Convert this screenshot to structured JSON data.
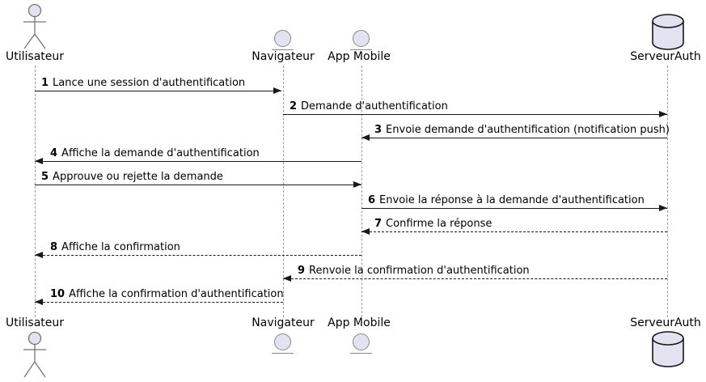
{
  "diagram": {
    "type": "uml-sequence-diagram",
    "colors": {
      "background": "#FFFFFF",
      "participant_fill": "#E2E2F0",
      "entity_border": "#888888",
      "actor_stroke": "#73737B",
      "database_stroke": "#181818",
      "message_line": "#181818",
      "lifeline": "#9A9A9A",
      "text": "#000000"
    },
    "participants": [
      {
        "name": "Utilisateur",
        "icon": "actor"
      },
      {
        "name": "Navigateur",
        "icon": "entity"
      },
      {
        "name": "App Mobile",
        "icon": "entity"
      },
      {
        "name": "ServeurAuth",
        "icon": "database"
      }
    ],
    "messages": [
      {
        "num": "1",
        "text": "Lance une session d'authentification",
        "from": "Utilisateur",
        "to": "Navigateur",
        "line": "solid",
        "direction": "right"
      },
      {
        "num": "2",
        "text": "Demande d'authentification",
        "from": "Navigateur",
        "to": "ServeurAuth",
        "line": "solid",
        "direction": "right"
      },
      {
        "num": "3",
        "text": "Envoie demande d'authentification (notification push)",
        "from": "ServeurAuth",
        "to": "App Mobile",
        "line": "solid",
        "direction": "left"
      },
      {
        "num": "4",
        "text": "Affiche la demande d'authentification",
        "from": "App Mobile",
        "to": "Utilisateur",
        "line": "solid",
        "direction": "left"
      },
      {
        "num": "5",
        "text": "Approuve ou rejette la demande",
        "from": "Utilisateur",
        "to": "App Mobile",
        "line": "solid",
        "direction": "right"
      },
      {
        "num": "6",
        "text": "Envoie la réponse à la demande d'authentification",
        "from": "App Mobile",
        "to": "ServeurAuth",
        "line": "solid",
        "direction": "right"
      },
      {
        "num": "7",
        "text": "Confirme la réponse",
        "from": "ServeurAuth",
        "to": "App Mobile",
        "line": "dashed",
        "direction": "left"
      },
      {
        "num": "8",
        "text": "Affiche la confirmation",
        "from": "App Mobile",
        "to": "Utilisateur",
        "line": "dashed",
        "direction": "left"
      },
      {
        "num": "9",
        "text": "Renvoie la confirmation d'authentification",
        "from": "ServeurAuth",
        "to": "Navigateur",
        "line": "dashed",
        "direction": "left"
      },
      {
        "num": "10",
        "text": "Affiche la confirmation d'authentification",
        "from": "Navigateur",
        "to": "Utilisateur",
        "line": "dashed",
        "direction": "left"
      }
    ]
  }
}
